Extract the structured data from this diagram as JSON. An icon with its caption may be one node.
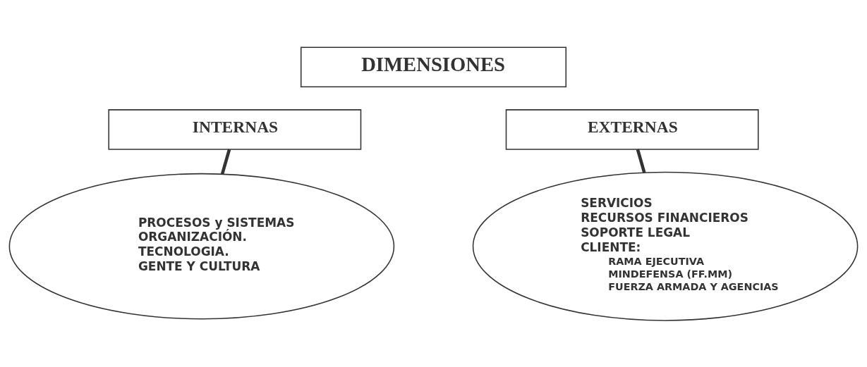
{
  "diagram": {
    "nodes": [
      {
        "text": [
          "DIMENSIONES"
        ]
      },
      {
        "text": [
          "INTERNAS"
        ]
      },
      {
        "text": [
          "EXTERNAS"
        ]
      },
      {
        "text": [
          "PROCESOS y SISTEMAS",
          "ORGANIZACIÓN.",
          "TECNOLOGIA.",
          "GENTE Y CULTURA"
        ]
      },
      {
        "text": [
          "SERVICIOS",
          "RECURSOS FINANCIEROS",
          "SOPORTE LEGAL",
          "CLIENTE:",
          "RAMA EJECUTIVA",
          "MINDEFENSA (FF.MM)",
          "FUERZA ARMADA Y AGENCIAS"
        ]
      }
    ],
    "edges": [
      {
        "from": 1,
        "to": 3,
        "arrow": "none"
      },
      {
        "from": 2,
        "to": 4,
        "arrow": "none"
      }
    ]
  }
}
